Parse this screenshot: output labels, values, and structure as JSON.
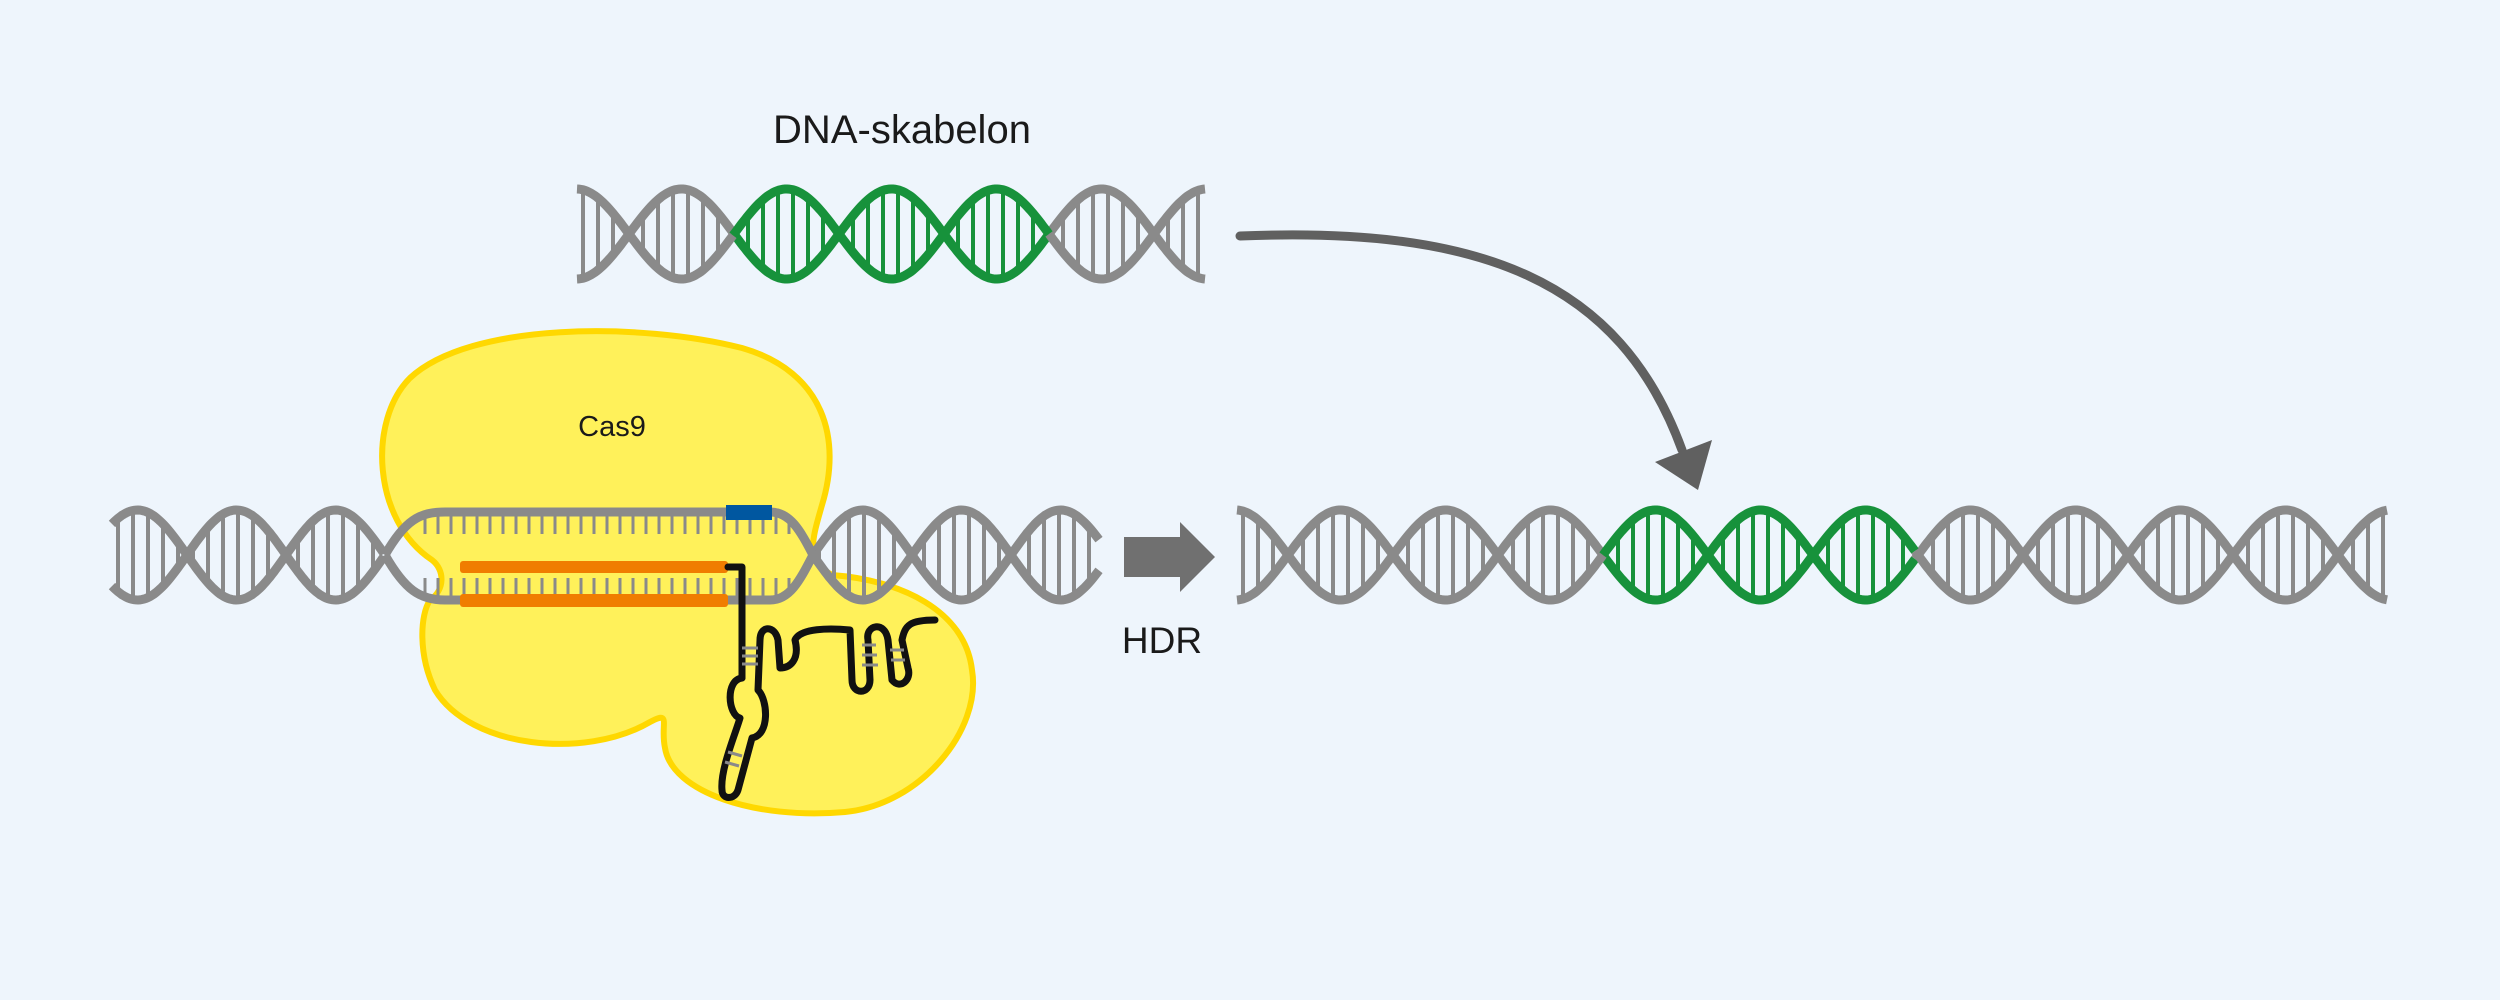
{
  "labels": {
    "template": "DNA-skabelon",
    "protein": "Cas9",
    "process": "HDR"
  },
  "colors": {
    "background": "#eef5fc",
    "dna": "#8a8a8a",
    "insert": "#17923b",
    "cas9_fill": "#fff15a",
    "cas9_outline": "#ffd800",
    "guide_rna_spacer": "#f07d00",
    "pam": "#0057a0",
    "arrow": "#606060",
    "rna": "#111111"
  }
}
